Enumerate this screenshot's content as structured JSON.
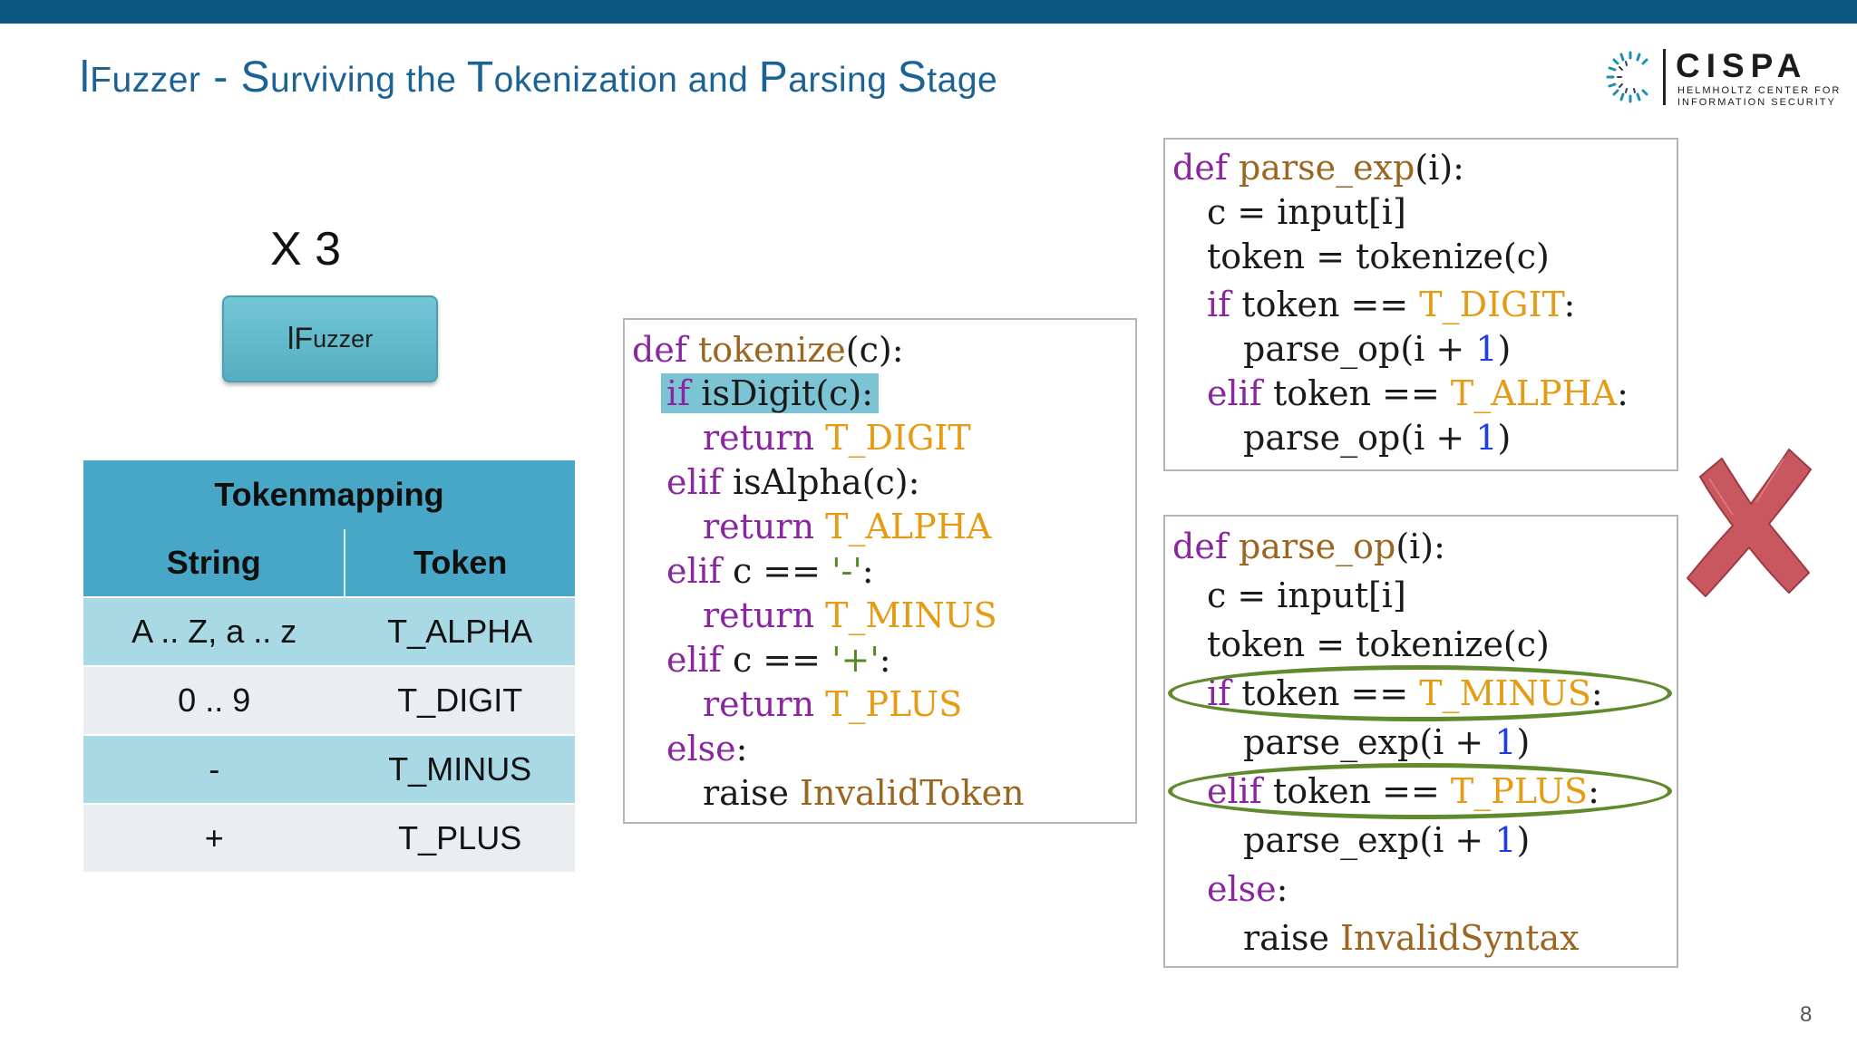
{
  "slide": {
    "title": {
      "p1": "l",
      "p2": "F",
      "p3": "uzzer",
      "p4": " - S",
      "p5": "urviving the ",
      "p6": "T",
      "p7": "okenization and ",
      "p8": "P",
      "p9": "arsing ",
      "p10": "S",
      "p11": "tage"
    },
    "page_number": "8"
  },
  "logo": {
    "name": "CISPA",
    "subtitle_line1": "HELMHOLTZ CENTER FOR",
    "subtitle_line2": "INFORMATION SECURITY"
  },
  "repeat_label": "X 3",
  "fuzzer_button": {
    "p1": "l",
    "p2": "F",
    "p3": "uzzer"
  },
  "token_table": {
    "caption": "Tokenmapping",
    "headers": [
      "String",
      "Token"
    ],
    "rows": [
      {
        "string": "A .. Z, a .. z",
        "token": "T_ALPHA"
      },
      {
        "string": "0 .. 9",
        "token": "T_DIGIT"
      },
      {
        "string": "-",
        "token": "T_MINUS"
      },
      {
        "string": "+",
        "token": "T_PLUS"
      }
    ]
  },
  "code": {
    "tokenize": {
      "l1": {
        "kw": "def",
        "fn": "tokenize",
        "rest": "(c):"
      },
      "l2": {
        "kw": "if",
        "rest": " isDigit(c):"
      },
      "l3": {
        "kw": "return",
        "tok": "T_DIGIT"
      },
      "l4": {
        "kw": "elif",
        "rest": " isAlpha(c):"
      },
      "l5": {
        "kw": "return",
        "tok": "T_ALPHA"
      },
      "l6": {
        "kw": "elif",
        "a": " c == ",
        "lit": "'-'",
        "b": ":"
      },
      "l7": {
        "kw": "return",
        "tok": "T_MINUS"
      },
      "l8": {
        "kw": "elif",
        "a": " c == ",
        "lit": "'+'",
        "b": ":"
      },
      "l9": {
        "kw": "return",
        "tok": "T_PLUS"
      },
      "l10": {
        "kw": "else",
        "rest": ":"
      },
      "l11": {
        "a": "raise ",
        "fn": "InvalidToken"
      }
    },
    "parse_exp": {
      "l1": {
        "kw": "def",
        "fn": "parse_exp",
        "rest": "(i):"
      },
      "l2": "c = input[i]",
      "l3": "token = tokenize(c)",
      "l4": {
        "kw": "if",
        "a": " token == ",
        "tok": "T_DIGIT",
        "b": ":"
      },
      "l5": {
        "a": "parse_op(i + ",
        "num": "1",
        "b": ")"
      },
      "l6": {
        "kw": "elif",
        "a": " token == ",
        "tok": "T_ALPHA",
        "b": ":"
      },
      "l7": {
        "a": "parse_op(i + ",
        "num": "1",
        "b": ")"
      }
    },
    "parse_op": {
      "l1": {
        "kw": "def",
        "fn": "parse_op",
        "rest": "(i):"
      },
      "l2": "c = input[i]",
      "l3": "token = tokenize(c)",
      "l4": {
        "kw": "if",
        "a": " token == ",
        "tok": "T_MINUS",
        "b": ":"
      },
      "l5": {
        "a": "parse_exp(i + ",
        "num": "1",
        "b": ")"
      },
      "l6": {
        "kw": "elif",
        "a": " token == ",
        "tok": "T_PLUS",
        "b": ":"
      },
      "l7": {
        "a": "parse_exp(i + ",
        "num": "1",
        "b": ")"
      },
      "l8": {
        "kw": "else",
        "rest": ":"
      },
      "l9": {
        "a": "raise ",
        "fn": "InvalidSyntax"
      }
    }
  },
  "colors": {
    "topbar": "#0a5780",
    "title": "#1c6395",
    "keyword": "#8a26a0",
    "function": "#9a6620",
    "token_constant": "#e69b15",
    "number": "#1f3fe0",
    "string_literal": "#4f8a22",
    "highlight": "#7cc3d4",
    "ellipse": "#5f8b2e",
    "cross": "#c9575f"
  },
  "icons": {
    "logo_mark": "cispa-circle-logo-icon",
    "rejection": "red-cross-icon"
  }
}
